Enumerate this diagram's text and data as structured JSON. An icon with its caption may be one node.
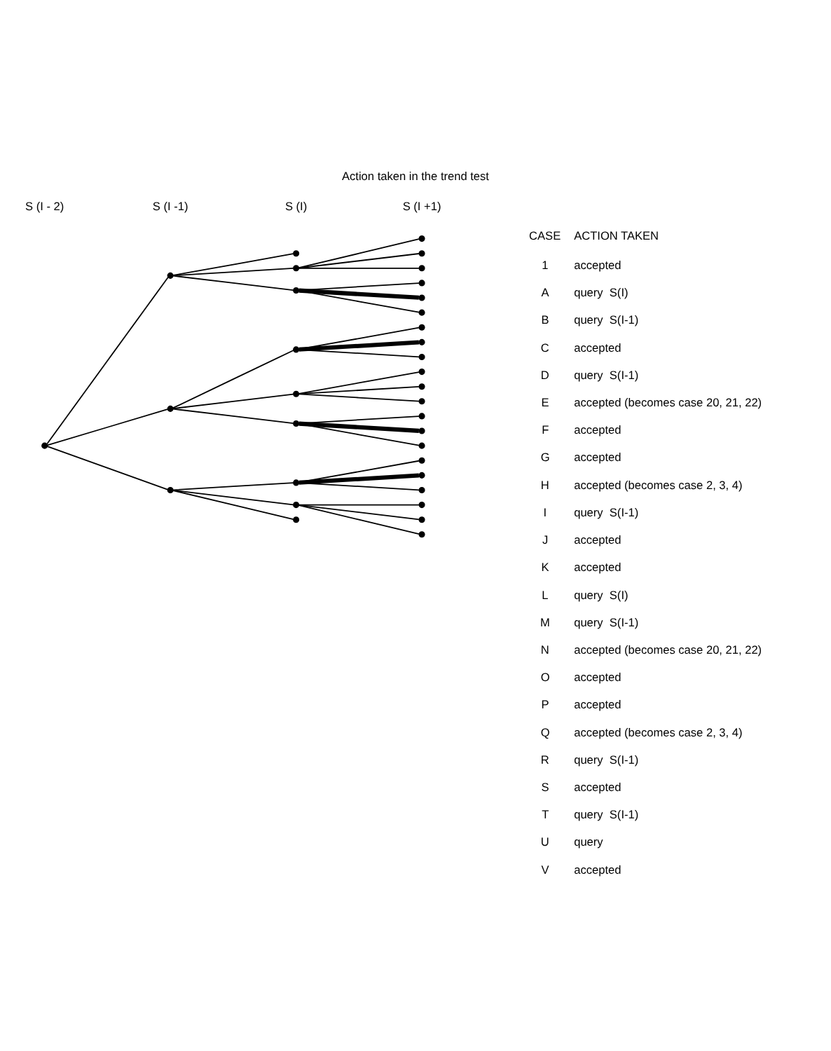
{
  "diagram": {
    "title": "Action taken in the trend test",
    "nodes": [
      {
        "text": [],
        "shape": "circle"
      },
      {
        "text": [],
        "shape": "circle"
      },
      {
        "text": [],
        "shape": "circle",
        "beside": [
          "1",
          "accepted"
        ]
      },
      {
        "text": [],
        "shape": "circle"
      },
      {
        "text": [],
        "shape": "circle",
        "beside": [
          "A",
          "query  S(I)"
        ]
      },
      {
        "text": [],
        "shape": "circle",
        "beside": [
          "B",
          "query  S(I-1)"
        ]
      },
      {
        "text": [],
        "shape": "circle",
        "beside": [
          "C",
          "accepted"
        ]
      },
      {
        "text": [],
        "shape": "circle"
      },
      {
        "text": [],
        "shape": "circle",
        "beside": [
          "D",
          "query  S(I-1)"
        ]
      },
      {
        "text": [],
        "shape": "circle",
        "beside": [
          "E",
          "accepted (becomes case 20, 21, 22)"
        ]
      },
      {
        "text": [],
        "shape": "circle",
        "beside": [
          "F",
          "accepted"
        ]
      },
      {
        "text": [],
        "shape": "circle"
      },
      {
        "text": [],
        "shape": "circle"
      },
      {
        "text": [],
        "shape": "circle",
        "beside": [
          "G",
          "accepted"
        ]
      },
      {
        "text": [],
        "shape": "circle",
        "beside": [
          "H",
          "accepted (becomes case 2, 3, 4)"
        ]
      },
      {
        "text": [],
        "shape": "circle",
        "beside": [
          "I",
          "query  S(I-1)"
        ]
      },
      {
        "text": [],
        "shape": "circle"
      },
      {
        "text": [],
        "shape": "circle",
        "beside": [
          "J",
          "accepted"
        ]
      },
      {
        "text": [],
        "shape": "circle",
        "beside": [
          "K",
          "accepted"
        ]
      },
      {
        "text": [],
        "shape": "circle",
        "beside": [
          "L",
          "query  S(I)"
        ]
      },
      {
        "text": [],
        "shape": "circle"
      },
      {
        "text": [],
        "shape": "circle",
        "beside": [
          "M",
          "query  S(I-1)"
        ]
      },
      {
        "text": [],
        "shape": "circle",
        "beside": [
          "N",
          "accepted (becomes case 20, 21, 22)"
        ]
      },
      {
        "text": [],
        "shape": "circle",
        "beside": [
          "O",
          "accepted"
        ]
      },
      {
        "text": [],
        "shape": "circle"
      },
      {
        "text": [],
        "shape": "circle"
      },
      {
        "text": [],
        "shape": "circle",
        "beside": [
          "P",
          "accepted"
        ]
      },
      {
        "text": [],
        "shape": "circle",
        "beside": [
          "Q",
          "accepted (becomes case 2, 3, 4)"
        ]
      },
      {
        "text": [],
        "shape": "circle",
        "beside": [
          "R",
          "query  S(I-1)"
        ]
      },
      {
        "text": [],
        "shape": "circle"
      },
      {
        "text": [],
        "shape": "circle",
        "beside": [
          "S",
          "accepted"
        ]
      },
      {
        "text": [],
        "shape": "circle",
        "beside": [
          "T",
          "query  S(I-1)"
        ]
      },
      {
        "text": [],
        "shape": "circle",
        "beside": [
          "U",
          "query"
        ]
      },
      {
        "text": [],
        "shape": "circle",
        "beside": [
          "V",
          "accepted"
        ]
      }
    ],
    "edges": [
      {
        "from": 0,
        "to": 1,
        "arrow": "none"
      },
      {
        "from": 0,
        "to": 11,
        "arrow": "none"
      },
      {
        "from": 0,
        "to": 24,
        "arrow": "none"
      },
      {
        "from": 1,
        "to": 2,
        "arrow": "none"
      },
      {
        "from": 1,
        "to": 3,
        "arrow": "none"
      },
      {
        "from": 1,
        "to": 7,
        "arrow": "none"
      },
      {
        "from": 3,
        "to": 4,
        "arrow": "none"
      },
      {
        "from": 3,
        "to": 5,
        "arrow": "none"
      },
      {
        "from": 3,
        "to": 6,
        "arrow": "none"
      },
      {
        "from": 7,
        "to": 8,
        "arrow": "none"
      },
      {
        "from": 7,
        "to": 9,
        "arrow": "none",
        "style": "thick"
      },
      {
        "from": 7,
        "to": 10,
        "arrow": "none"
      },
      {
        "from": 11,
        "to": 12,
        "arrow": "none"
      },
      {
        "from": 11,
        "to": 16,
        "arrow": "none"
      },
      {
        "from": 11,
        "to": 20,
        "arrow": "none"
      },
      {
        "from": 12,
        "to": 13,
        "arrow": "none"
      },
      {
        "from": 12,
        "to": 14,
        "arrow": "none",
        "style": "thick"
      },
      {
        "from": 12,
        "to": 15,
        "arrow": "none"
      },
      {
        "from": 16,
        "to": 17,
        "arrow": "none"
      },
      {
        "from": 16,
        "to": 18,
        "arrow": "none"
      },
      {
        "from": 16,
        "to": 19,
        "arrow": "none"
      },
      {
        "from": 20,
        "to": 21,
        "arrow": "none"
      },
      {
        "from": 20,
        "to": 22,
        "arrow": "none",
        "style": "thick"
      },
      {
        "from": 20,
        "to": 23,
        "arrow": "none"
      },
      {
        "from": 24,
        "to": 25,
        "arrow": "none"
      },
      {
        "from": 24,
        "to": 29,
        "arrow": "none"
      },
      {
        "from": 24,
        "to": 33,
        "arrow": "none"
      },
      {
        "from": 25,
        "to": 26,
        "arrow": "none"
      },
      {
        "from": 25,
        "to": 27,
        "arrow": "none",
        "style": "thick"
      },
      {
        "from": 25,
        "to": 28,
        "arrow": "none"
      },
      {
        "from": 29,
        "to": 30,
        "arrow": "none"
      },
      {
        "from": 29,
        "to": 31,
        "arrow": "none"
      },
      {
        "from": 29,
        "to": 32,
        "arrow": "none"
      }
    ],
    "labels": [
      "CASE",
      "ACTION TAKEN",
      "S (I - 2)",
      "S (I -1)",
      "S (I)",
      "S (I +1)"
    ]
  }
}
